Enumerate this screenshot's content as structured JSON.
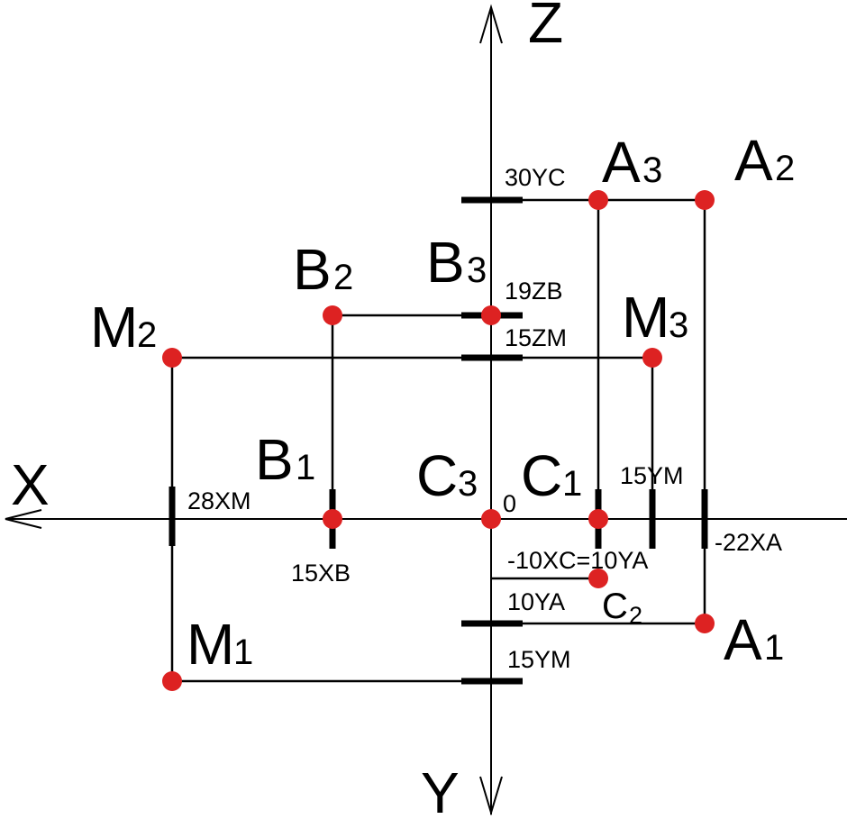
{
  "axes": {
    "x": "X",
    "y": "Y",
    "z": "Z",
    "origin": "0"
  },
  "colors": {
    "point": "#dd2222",
    "line": "#000000"
  },
  "points": {
    "A1": {
      "letter": "A",
      "index": "1"
    },
    "A2": {
      "letter": "A",
      "index": "2"
    },
    "A3": {
      "letter": "A",
      "index": "3"
    },
    "B1": {
      "letter": "B",
      "index": "1"
    },
    "B2": {
      "letter": "B",
      "index": "2"
    },
    "B3": {
      "letter": "B",
      "index": "3"
    },
    "C1": {
      "letter": "C",
      "index": "1"
    },
    "C2": {
      "letter": "C",
      "index": "2"
    },
    "C3": {
      "letter": "C",
      "index": "3"
    },
    "M1": {
      "letter": "M",
      "index": "1"
    },
    "M2": {
      "letter": "M",
      "index": "2"
    },
    "M3": {
      "letter": "M",
      "index": "3"
    }
  },
  "labels": {
    "ya30c": "30YC",
    "zb19": "19ZB",
    "zm15": "15ZM",
    "xm28": "28XM",
    "xb15": "15XB",
    "ym15_top": "15YM",
    "xa22": "-22XA",
    "xc_ya": "-10XC=10YA",
    "ya10": "10YA",
    "ym15_bottom": "15YM"
  }
}
